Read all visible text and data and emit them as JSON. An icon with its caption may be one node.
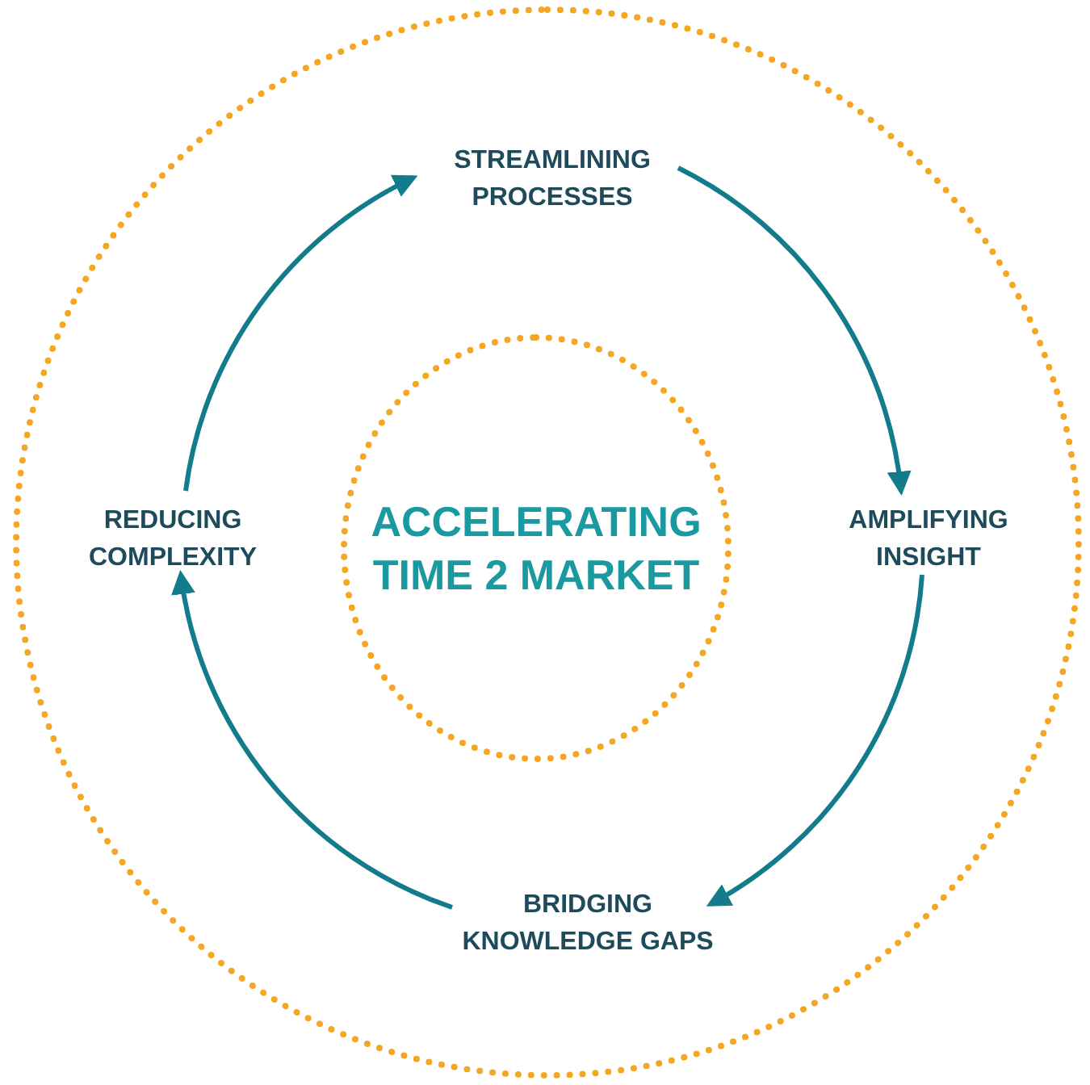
{
  "diagram": {
    "nodes": [
      {
        "text": [],
        "shape": "circle"
      },
      {
        "text": [
          "STREAMLINING PROCESSES"
        ],
        "in": 0
      },
      {
        "text": [
          "AMPLIFYING INSIGHT"
        ],
        "in": 0
      },
      {
        "text": [
          "BRIDGING KNOWLEDGE GAPS"
        ],
        "in": 0
      },
      {
        "text": [
          "REDUCING COMPLEXITY"
        ],
        "in": 0
      },
      {
        "text": [
          "ACCELERATING TIME 2 MARKET"
        ],
        "in": 0
      }
    ],
    "edges": [
      {
        "from": 4,
        "to": 1,
        "arrow": "to"
      },
      {
        "from": 1,
        "to": 2,
        "arrow": "to"
      },
      {
        "from": 2,
        "to": 3,
        "arrow": "to"
      },
      {
        "from": 3,
        "to": 4,
        "arrow": "to"
      }
    ]
  }
}
